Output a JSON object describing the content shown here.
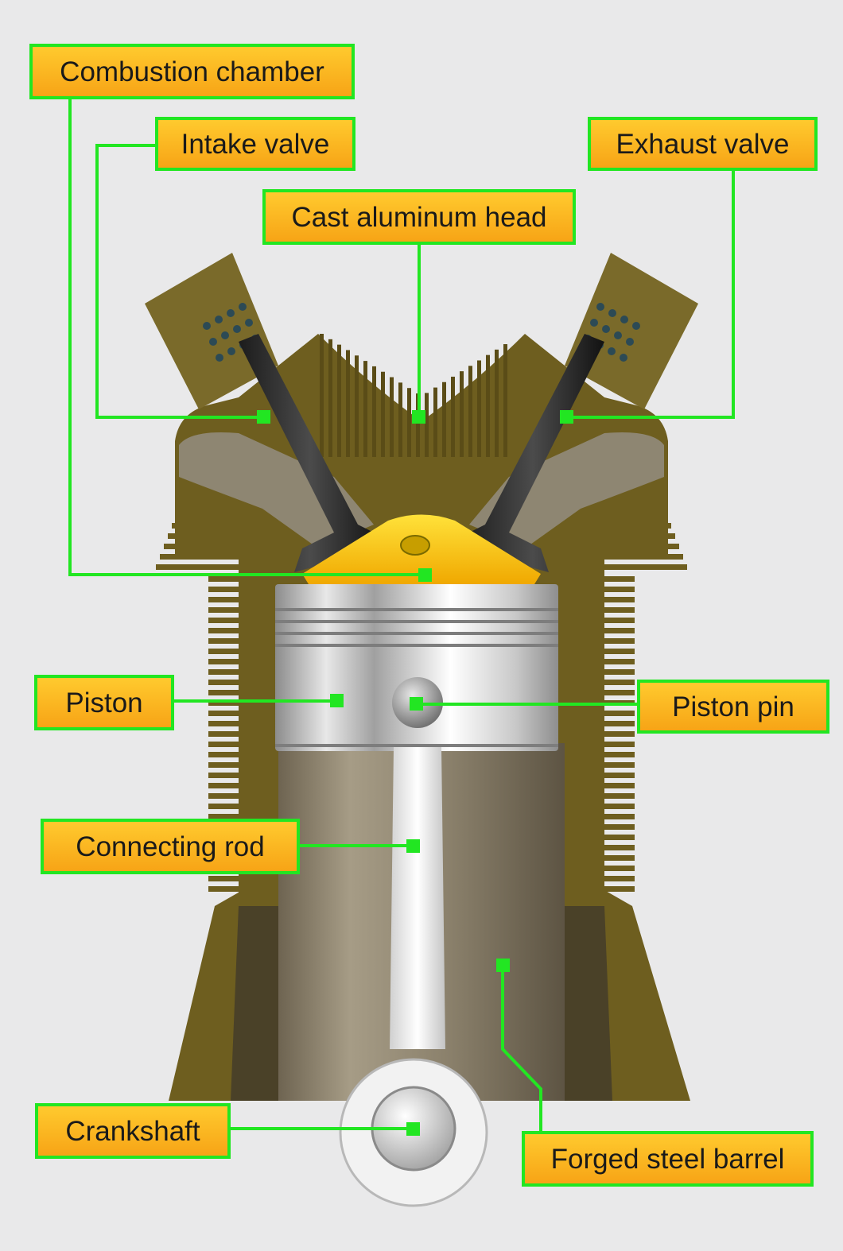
{
  "labels": {
    "combustion_chamber": "Combustion chamber",
    "intake_valve": "Intake valve",
    "exhaust_valve": "Exhaust valve",
    "cast_aluminum_head": "Cast aluminum head",
    "piston": "Piston",
    "piston_pin": "Piston pin",
    "connecting_rod": "Connecting rod",
    "crankshaft": "Crankshaft",
    "forged_steel_barrel": "Forged steel barrel"
  },
  "colors": {
    "label_border": "#22e622",
    "label_fill": "#f8b01c",
    "leader_line": "#22e622",
    "cylinder_olive": "#6e5e1f",
    "chamber_yellow": "#f5b800",
    "piston_silver": "#d4d4d4"
  }
}
